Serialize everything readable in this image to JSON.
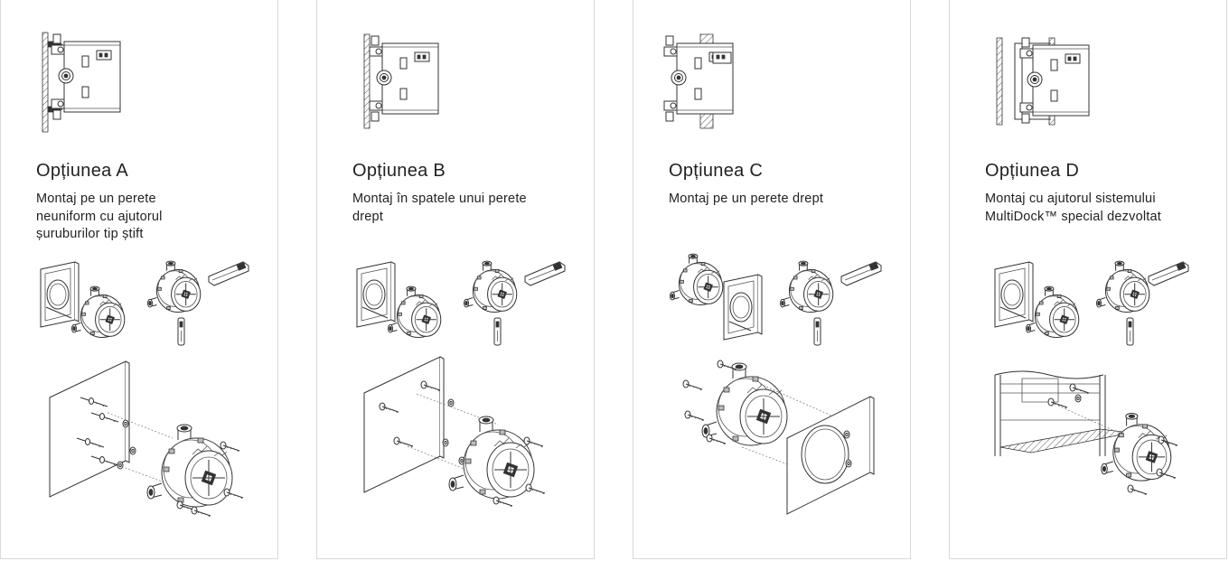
{
  "options": [
    {
      "title": "Opțiunea A",
      "description": [
        "Montaj pe un perete",
        "neuniform cu ajutorul",
        "șuruburilor tip știft"
      ]
    },
    {
      "title": "Opțiunea B",
      "description": [
        "Montaj în spatele unui perete",
        "drept"
      ]
    },
    {
      "title": "Opțiunea C",
      "description": [
        "Montaj pe un perete drept"
      ]
    },
    {
      "title": "Opțiunea D",
      "description": [
        "Montaj cu ajutorul sistemului",
        "MultiDock™ special dezvoltat"
      ]
    }
  ]
}
